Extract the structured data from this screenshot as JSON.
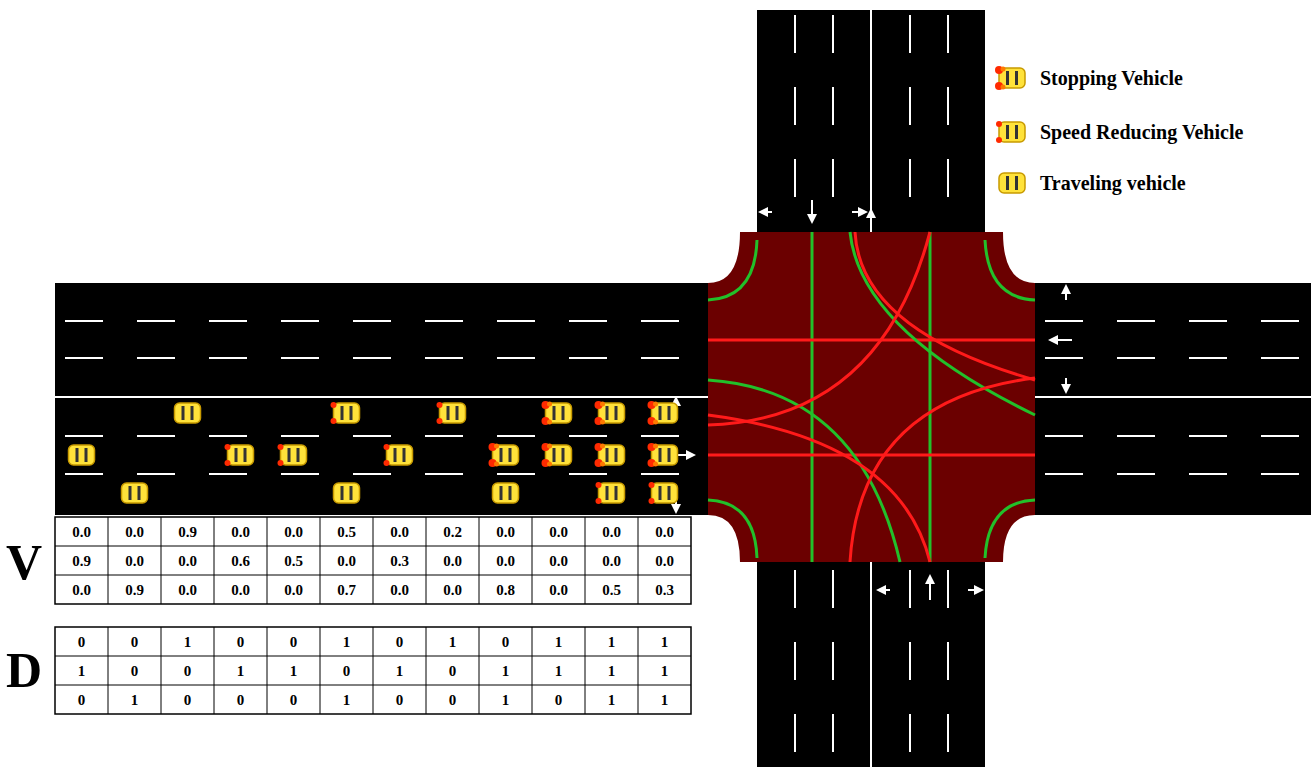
{
  "diagram": {
    "labels": [
      "V",
      "0.0",
      "0.0",
      "0.9",
      "0.0",
      "0.0",
      "0.5",
      "0.0",
      "0.2",
      "0.0",
      "0.0",
      "0.0",
      "0.0",
      "0.9",
      "0.0",
      "0.0",
      "0.6",
      "0.5",
      "0.0",
      "0.3",
      "0.0",
      "0.0",
      "0.0",
      "0.0",
      "0.0",
      "0.0",
      "0.9",
      "0.0",
      "0.0",
      "0.0",
      "0.7",
      "0.0",
      "0.0",
      "0.8",
      "0.0",
      "0.5",
      "0.3",
      "D",
      "0",
      "0",
      "1",
      "0",
      "0",
      "1",
      "0",
      "1",
      "0",
      "1",
      "1",
      "1",
      "1",
      "0",
      "0",
      "1",
      "1",
      "0",
      "1",
      "0",
      "1",
      "1",
      "1",
      "1",
      "0",
      "1",
      "0",
      "0",
      "0",
      "1",
      "0",
      "0",
      "1",
      "0",
      "1",
      "1"
    ],
    "legend": [
      {
        "text": "Stopping Vehicle"
      },
      {
        "text": "Speed Reducing Vehicle"
      },
      {
        "text": "Traveling vehicle"
      }
    ]
  }
}
